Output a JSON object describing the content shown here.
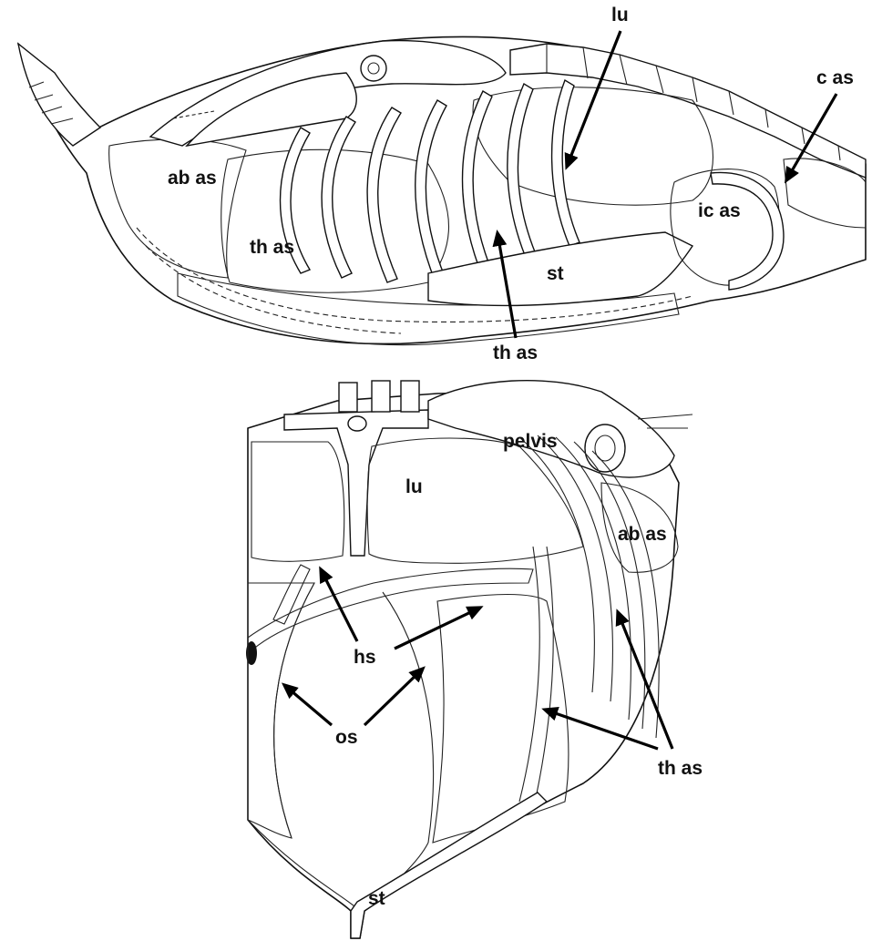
{
  "figure": {
    "top_labels": {
      "lu": "lu",
      "c_as": "c as",
      "ab_as": "ab as",
      "ic_as": "ic as",
      "th_as_inner": "th as",
      "st": "st",
      "th_as_bottom": "th as"
    },
    "bottom_labels": {
      "pelvis": "pelvis",
      "lu": "lu",
      "ab_as": "ab as",
      "hs": "hs",
      "os": "os",
      "th_as": "th as",
      "st": "st"
    },
    "colors": {
      "ink": "#111111",
      "lung_fill": "#8a8a8a",
      "background": "#ffffff"
    }
  }
}
